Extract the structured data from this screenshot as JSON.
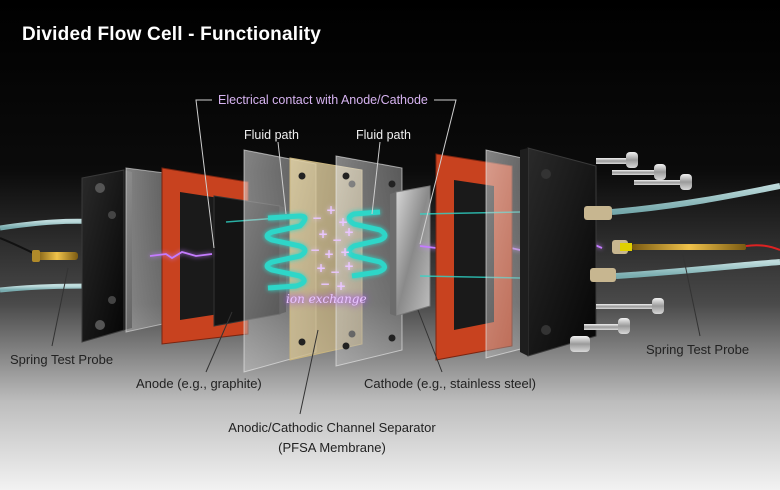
{
  "title": "Divided Flow Cell - Functionality",
  "labels": {
    "electrical_contact": "Electrical contact with Anode/Cathode",
    "fluid_path_left": "Fluid path",
    "fluid_path_right": "Fluid path",
    "ion_exchange": "ion exchange",
    "spring_probe_left": "Spring Test Probe",
    "spring_probe_right": "Spring Test Probe",
    "anode": "Anode (e.g., graphite)",
    "cathode": "Cathode (e.g., stainless steel)",
    "separator_line1": "Anodic/Cathodic Channel Separator",
    "separator_line2": "(PFSA Membrane)"
  },
  "colors": {
    "gasket": "#c8421f",
    "membrane": "#d8c79c",
    "fluid": "#2fd6c8",
    "ion_glow": "#c47bff",
    "endplate": "#111111"
  },
  "icons": [
    "spring-probe-icon",
    "screw-icon",
    "fitting-icon"
  ]
}
